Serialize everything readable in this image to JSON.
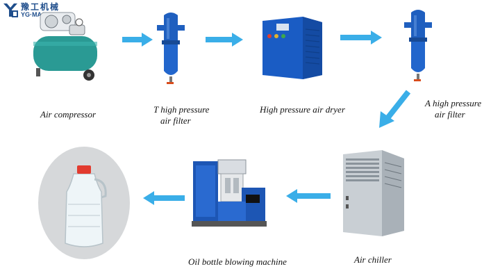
{
  "logo": {
    "cn_text": "豫工机械",
    "en_text": "YG·MACHINERY",
    "brand_color": "#1f4e8c"
  },
  "colors": {
    "arrow": "#3aaee8",
    "filter_blue": "#1f5fbf",
    "dryer_blue": "#1a5cc4",
    "compressor_teal": "#2a9a94",
    "chiller_gray": "#b9c1c8"
  },
  "steps": [
    {
      "id": "air-compressor",
      "lines": [
        "Air compressor"
      ],
      "icon": "air-compressor-icon"
    },
    {
      "id": "t-filter",
      "lines": [
        "T high pressure",
        "air filter"
      ],
      "icon": "air-filter-icon"
    },
    {
      "id": "air-dryer",
      "lines": [
        "High pressure air dryer"
      ],
      "icon": "air-dryer-icon"
    },
    {
      "id": "a-filter",
      "lines": [
        "A high pressure",
        "air filter"
      ],
      "icon": "air-filter-icon"
    },
    {
      "id": "air-chiller",
      "lines": [
        "Air chiller"
      ],
      "icon": "air-chiller-icon"
    },
    {
      "id": "blowing-machine",
      "lines": [
        "Oil bottle blowing machine"
      ],
      "icon": "blowing-machine-icon"
    },
    {
      "id": "oil-bottle",
      "lines": [],
      "icon": "oil-bottle-icon"
    }
  ]
}
